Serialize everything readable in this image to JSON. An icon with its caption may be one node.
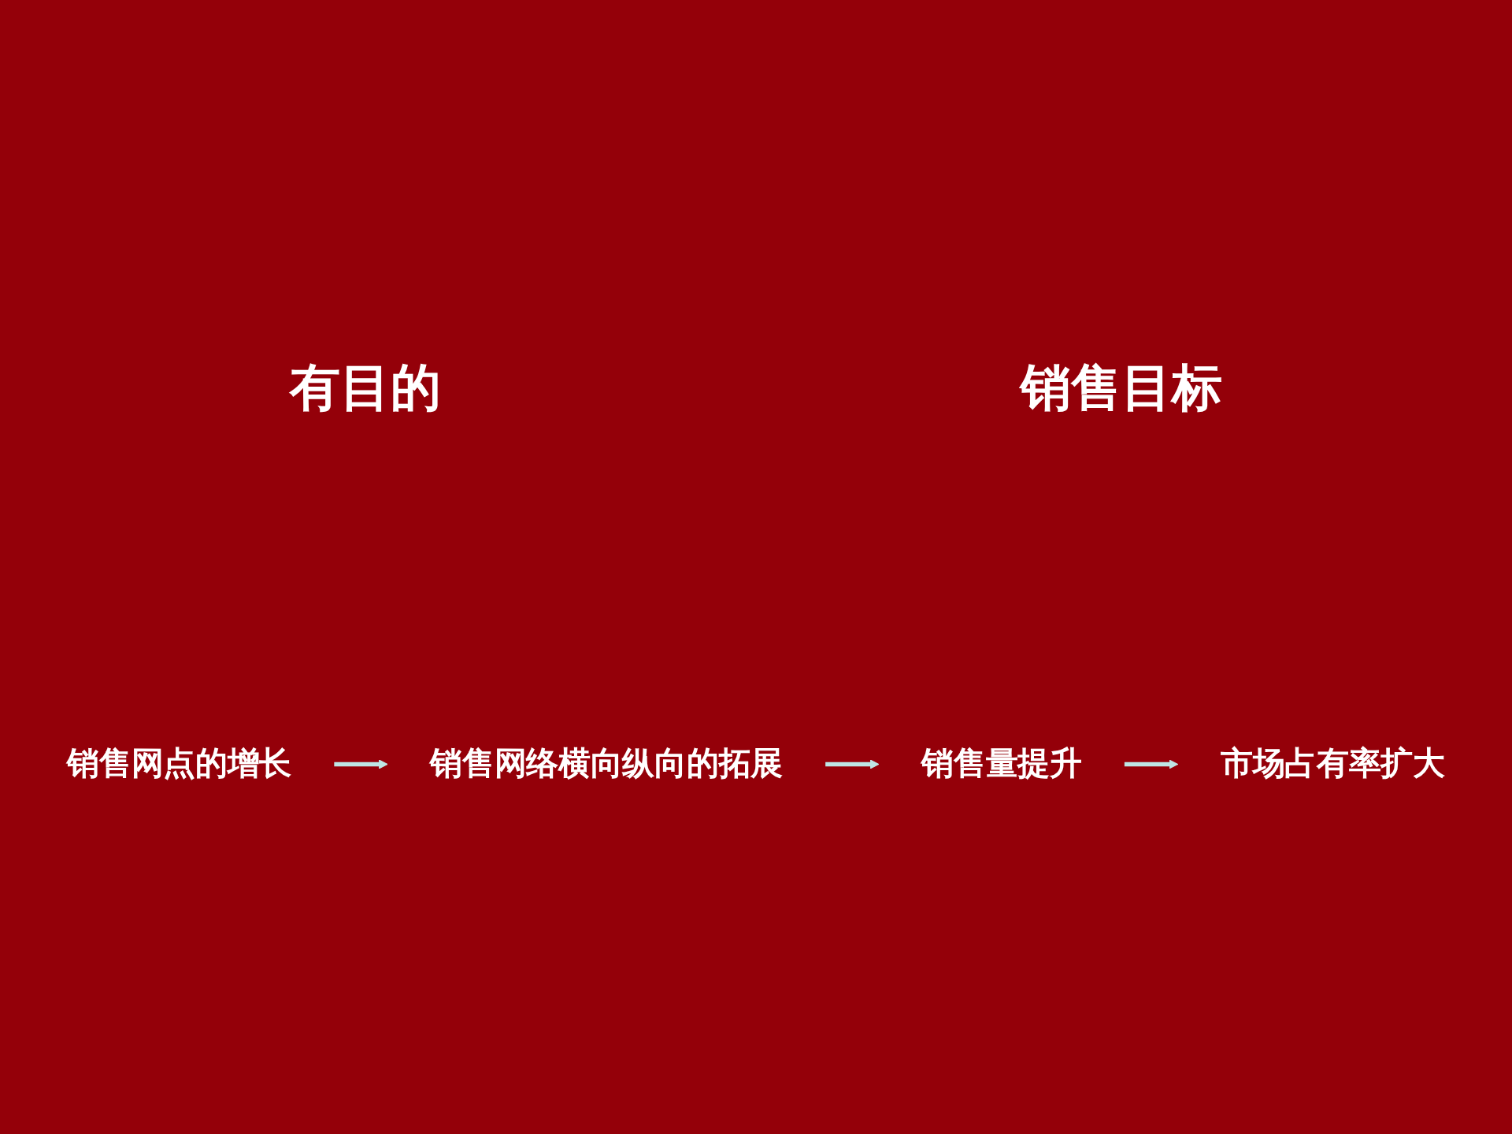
{
  "diagram": {
    "nodes": [
      {
        "text": [
          "销售网点的增长"
        ]
      },
      {
        "text": [
          "销售网络横向纵向的拓展"
        ]
      },
      {
        "text": [
          "销售量提升"
        ]
      },
      {
        "text": [
          "市场占有率扩大"
        ]
      }
    ],
    "edges": [
      {
        "from": 0,
        "to": 1,
        "arrow": "to"
      },
      {
        "from": 1,
        "to": 2,
        "arrow": "to"
      },
      {
        "from": 2,
        "to": 3,
        "arrow": "to"
      }
    ],
    "labels": [
      "有目的",
      "销售目标"
    ]
  }
}
